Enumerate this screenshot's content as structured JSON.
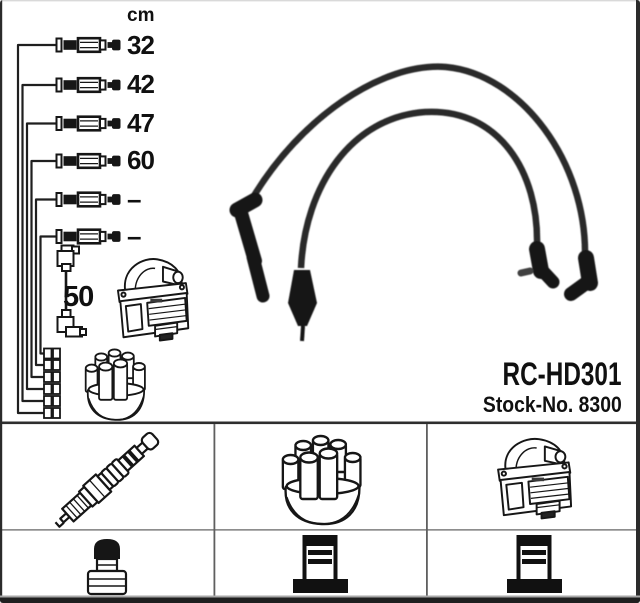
{
  "product": {
    "model": "RC-HD301",
    "stock_no": "Stock-No. 8300"
  },
  "measurements": {
    "unit": "cm",
    "cable_lengths": [
      "32",
      "42",
      "47",
      "60",
      "–",
      "–"
    ],
    "coil_cable_length": "50"
  },
  "legend": {
    "row1_icons": [
      "spark-plug",
      "distributor-cap",
      "ignition-coil"
    ],
    "row2_icons": [
      "plug-terminal-nut",
      "post-terminal",
      "post-terminal"
    ]
  },
  "colors": {
    "ink": "#161616",
    "photo_cable": "#2b2b2b",
    "grid_strong": "#2e2e2e",
    "grid_light": "#8d8d8d",
    "background": "#ffffff"
  }
}
